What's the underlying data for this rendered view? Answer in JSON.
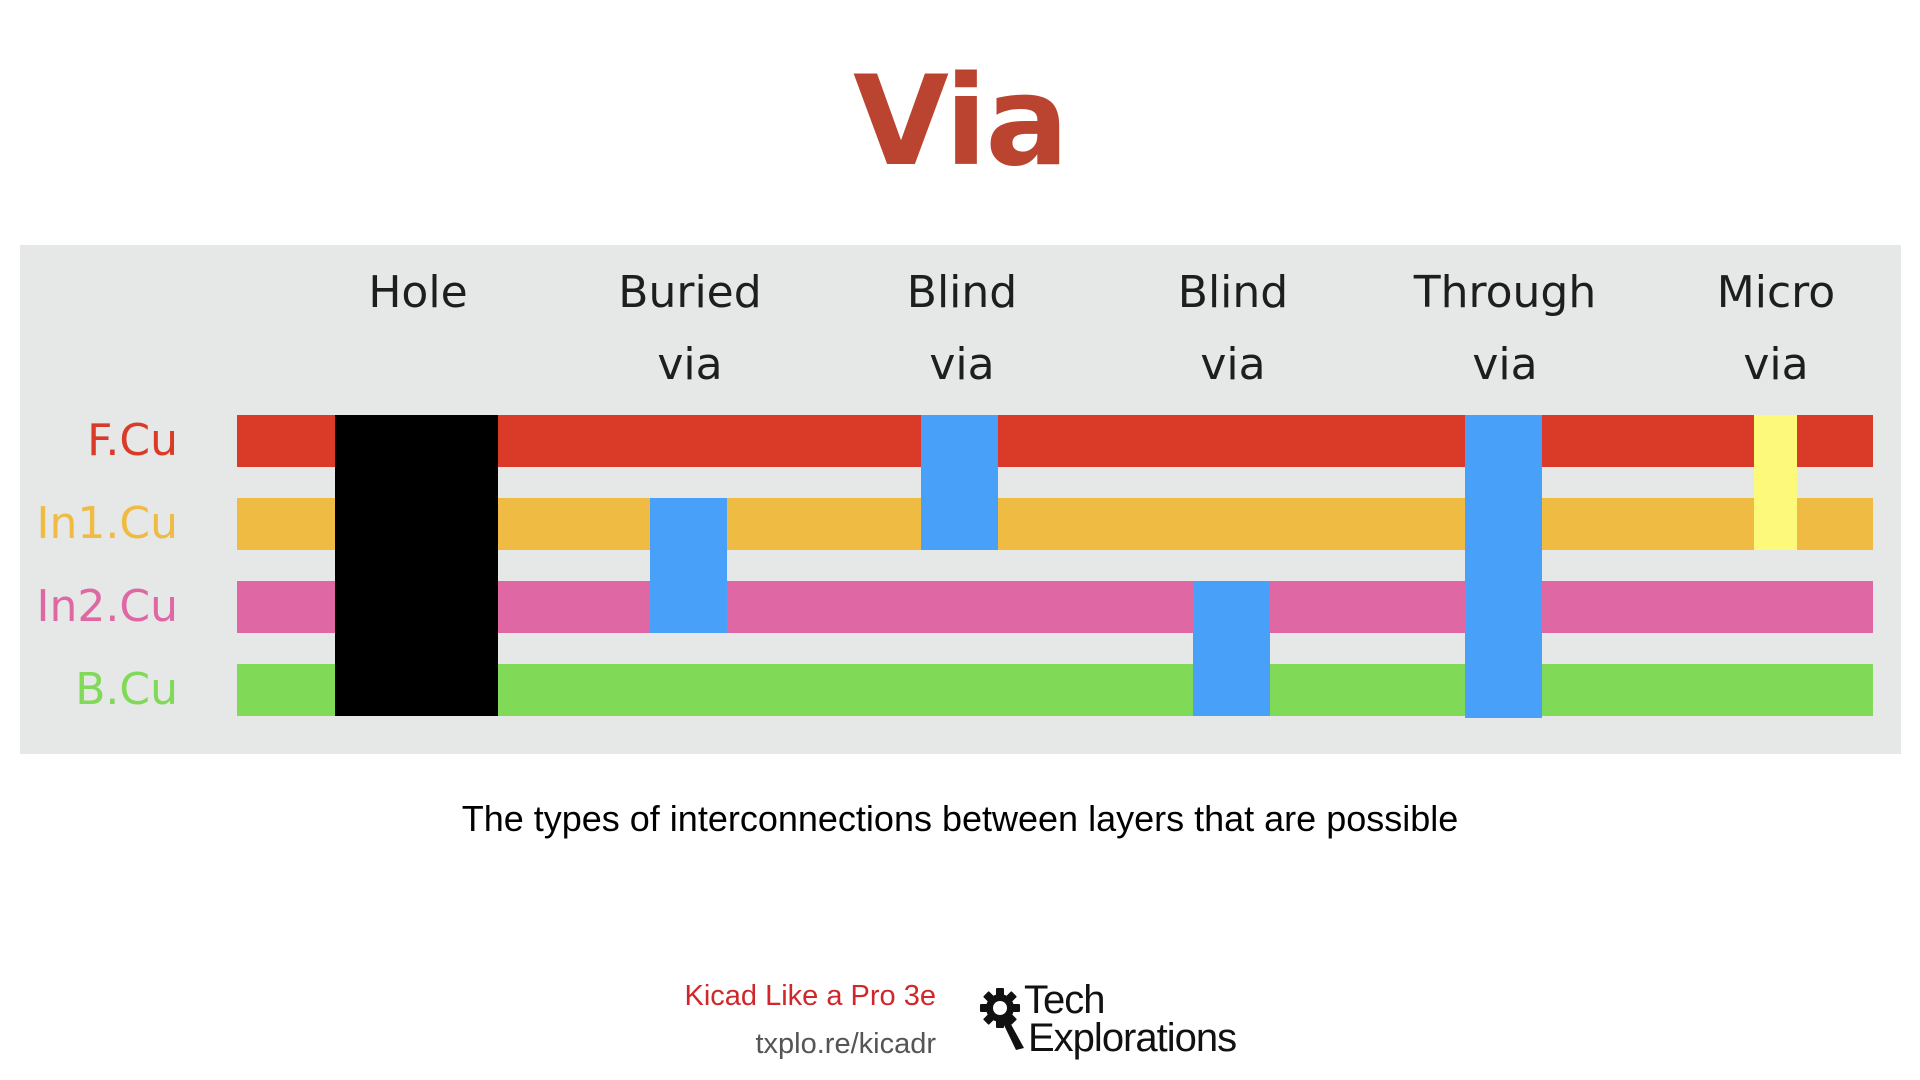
{
  "title": "Via",
  "columns": [
    {
      "line1": "Hole",
      "line2": ""
    },
    {
      "line1": "Buried",
      "line2": "via"
    },
    {
      "line1": "Blind",
      "line2": "via"
    },
    {
      "line1": "Blind",
      "line2": "via"
    },
    {
      "line1": "Through",
      "line2": "via"
    },
    {
      "line1": "Micro",
      "line2": "via"
    }
  ],
  "layers": [
    {
      "name": "F.Cu",
      "color": "#da3b28"
    },
    {
      "name": "In1.Cu",
      "color": "#efbb43"
    },
    {
      "name": "In2.Cu",
      "color": "#df68a4"
    },
    {
      "name": "B.Cu",
      "color": "#80d957"
    }
  ],
  "connections": [
    {
      "type": "Hole",
      "from_layer": "F.Cu",
      "to_layer": "B.Cu",
      "color": "#000000"
    },
    {
      "type": "Buried via",
      "from_layer": "In1.Cu",
      "to_layer": "In2.Cu",
      "color": "#48a0f8"
    },
    {
      "type": "Blind via",
      "from_layer": "F.Cu",
      "to_layer": "In1.Cu",
      "color": "#48a0f8"
    },
    {
      "type": "Blind via",
      "from_layer": "In2.Cu",
      "to_layer": "B.Cu",
      "color": "#48a0f8"
    },
    {
      "type": "Through via",
      "from_layer": "F.Cu",
      "to_layer": "B.Cu",
      "color": "#48a0f8"
    },
    {
      "type": "Micro via",
      "from_layer": "F.Cu",
      "to_layer": "In1.Cu",
      "color": "#fdf97a"
    }
  ],
  "caption": "The types of interconnections between layers that are possible",
  "footer": {
    "course": "Kicad Like a Pro 3e",
    "url": "txplo.re/kicadr",
    "logo_line1": "Tech",
    "logo_line2": "Explorations"
  }
}
